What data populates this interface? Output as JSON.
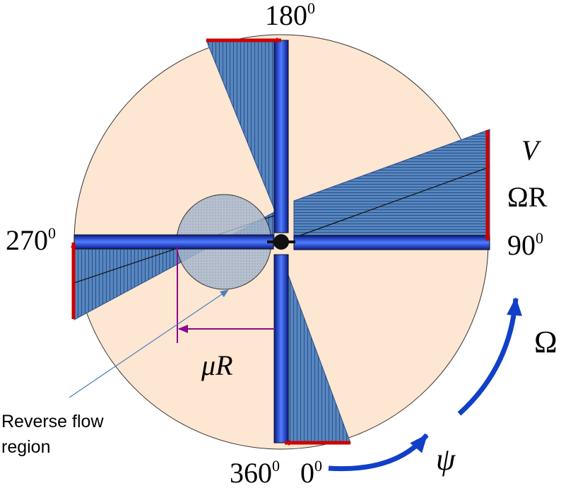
{
  "labels": {
    "azimuth_top": "180",
    "azimuth_right": "90",
    "azimuth_left": "270",
    "azimuth_bottom_left": "360",
    "azimuth_bottom_right": "0",
    "degree_mark": "0",
    "free_stream_velocity": "V",
    "tip_speed": "ΩR",
    "rotation_rate": "Ω",
    "azimuth_symbol": "ψ",
    "advance_distance": "μR",
    "reverse_flow_line1": "Reverse flow",
    "reverse_flow_line2": "region"
  },
  "colors": {
    "disk_fill": "#fde6d2",
    "velocity_profile": "#5585bd",
    "blade": "#2a4fd8",
    "arrow_red": "#cc0000",
    "rotation_arrow": "#1140c8",
    "distance_arrow": "#8b0c8b",
    "reverse_region": "#a8b8cc"
  }
}
